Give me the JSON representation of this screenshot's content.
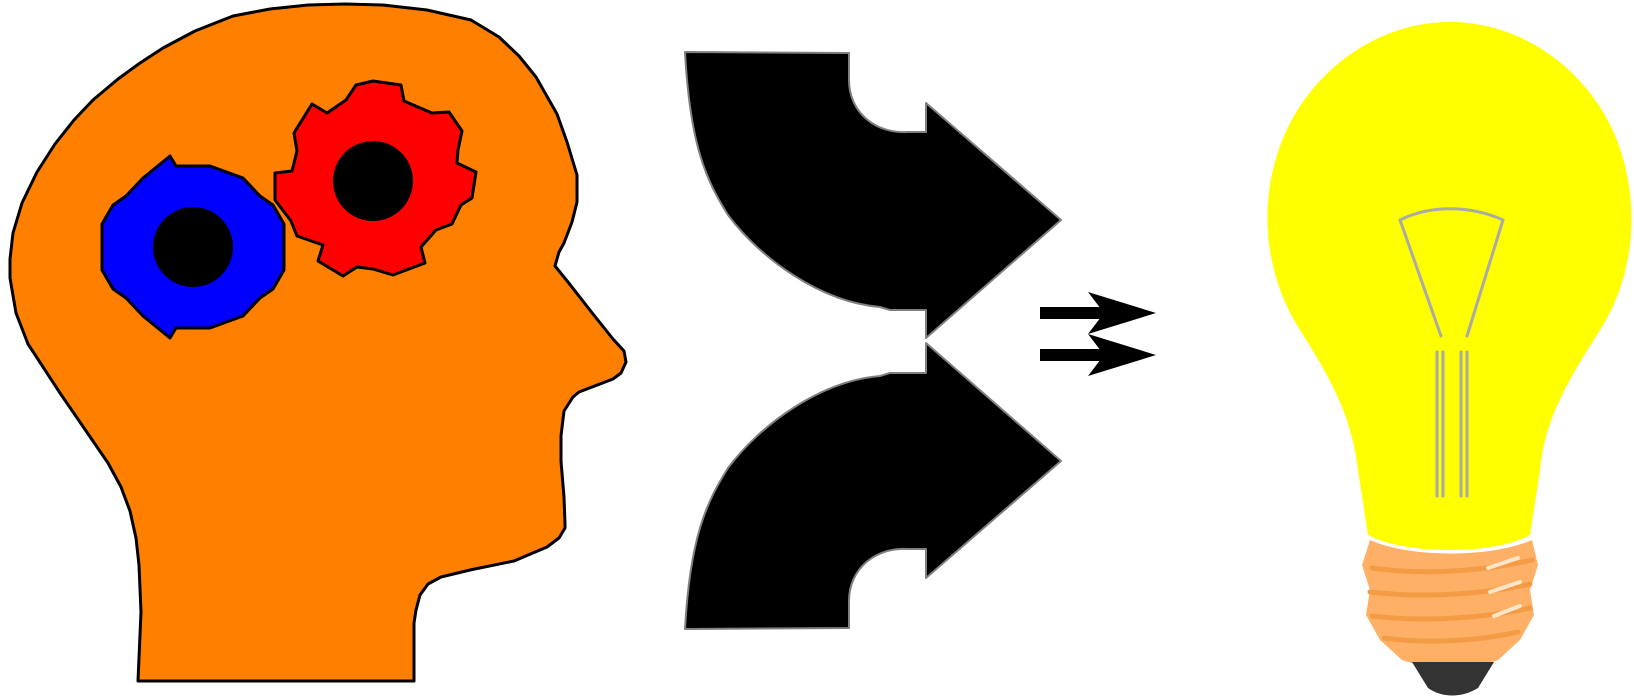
{
  "diagram": {
    "steps": [
      {
        "id": "think",
        "icon": "head-with-gears-icon"
      },
      {
        "id": "combine",
        "icon": "converging-arrows-icon"
      },
      {
        "id": "result",
        "icon": "double-arrow-icon"
      },
      {
        "id": "idea",
        "icon": "light-bulb-icon"
      }
    ]
  },
  "colors": {
    "background": "#ffffff",
    "head_fill": "#ff8000",
    "outline": "#000000",
    "gear_left": "#0000ff",
    "gear_right": "#ff0000",
    "gear_hub": "#000000",
    "arrows": "#000000",
    "arrow_edge": "#808080",
    "bulb_glass": "#ffff00",
    "filament": "#aaaaaa",
    "bulb_base": "#ffb067",
    "base_shadow": "#f49b45",
    "base_highlight": "#ffe6c8",
    "bulb_cap": "#333333"
  }
}
